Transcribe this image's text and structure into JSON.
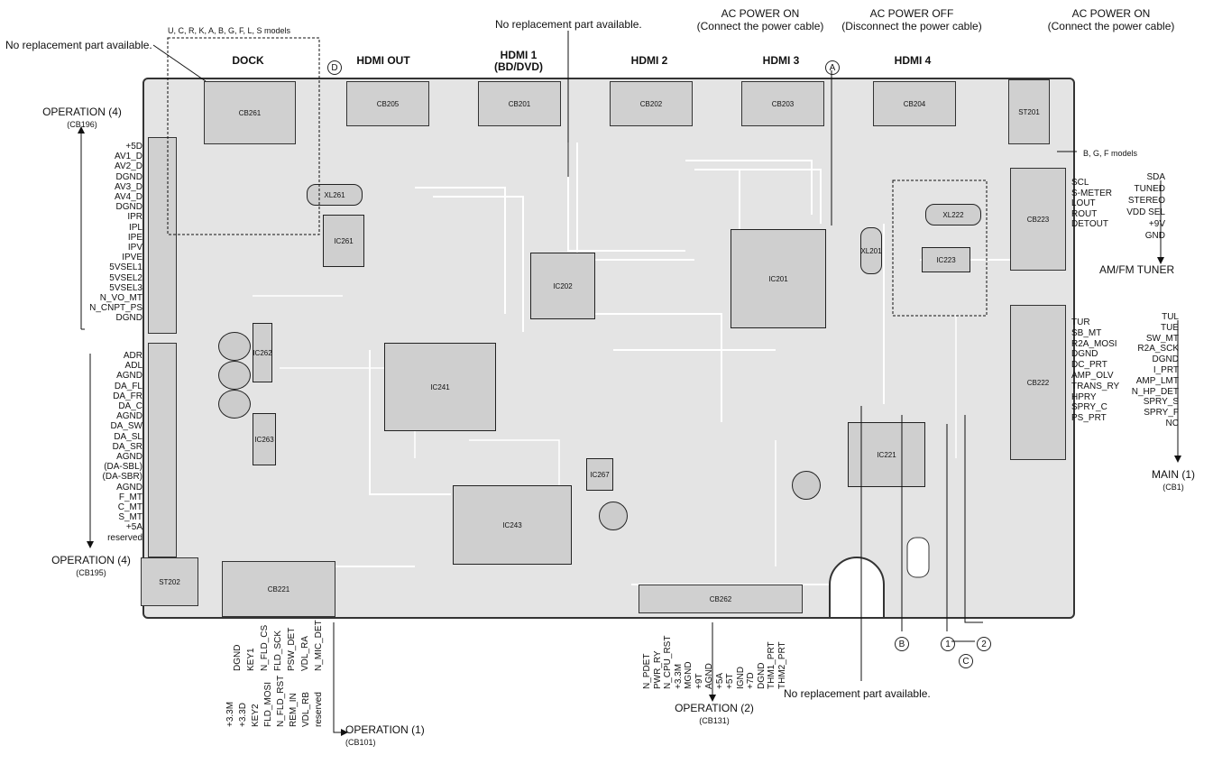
{
  "notes": {
    "top_left": "No replacement part available.",
    "top_center": "No replacement part available.",
    "bottom_center": "No replacement part available.",
    "models_dock": "U, C, R, K, A, B, G, F, L, S models",
    "models_tuner": "B, G, F models"
  },
  "power": {
    "on_1": "AC POWER ON",
    "on_1_sub": "(Connect the power cable)",
    "off": "AC POWER OFF",
    "off_sub": "(Disconnect the power cable)",
    "on_2": "AC POWER ON",
    "on_2_sub": "(Connect the power cable)"
  },
  "top_connectors": {
    "dock": "DOCK",
    "hdmi_out": "HDMI OUT",
    "hdmi1": "HDMI 1",
    "hdmi1_sub": "(BD/DVD)",
    "hdmi2": "HDMI 2",
    "hdmi3": "HDMI 3",
    "hdmi4": "HDMI 4"
  },
  "board_refs": {
    "cb205": "CB205",
    "cb201": "CB201",
    "cb202": "CB202",
    "cb203": "CB203",
    "cb204": "CB204",
    "cb261": "CB261",
    "st201": "ST201",
    "st202": "ST202",
    "cb221": "CB221",
    "cb262": "CB262",
    "cb223": "CB223",
    "cb222": "CB222",
    "ic241": "IC241",
    "ic202": "IC202",
    "ic201": "IC201",
    "ic243": "IC243",
    "ic221": "IC221",
    "ic223": "IC223",
    "ic261": "IC261",
    "ic262": "IC262",
    "ic263": "IC263",
    "ic267": "IC267",
    "xl261": "XL261",
    "xl222": "XL222",
    "xl201": "XL201"
  },
  "markers": {
    "d": "D",
    "a": "A",
    "b": "B",
    "c": "C",
    "one": "1",
    "two": "2"
  },
  "op4_top": {
    "title": "OPERATION (4)",
    "sub": "(CB196)",
    "pins": [
      "+5D",
      "AV1_D",
      "AV2_D",
      "DGND",
      "AV3_D",
      "AV4_D",
      "DGND",
      "IPR",
      "IPL",
      "IPE",
      "IPV",
      "IPVE",
      "5VSEL1",
      "5VSEL2",
      "5VSEL3",
      "N_VO_MT",
      "N_CNPT_PS",
      "DGND"
    ]
  },
  "op4_bottom": {
    "title": "OPERATION (4)",
    "sub": "(CB195)",
    "pins": [
      "ADR",
      "ADL",
      "AGND",
      "DA_FL",
      "DA_FR",
      "DA_C",
      "AGND",
      "DA_SW",
      "DA_SL",
      "DA_SR",
      "AGND",
      "(DA-SBL)",
      "(DA-SBR)",
      "AGND",
      "F_MT",
      "C_MT",
      "S_MT",
      "+5A",
      "reserved"
    ]
  },
  "tuner": {
    "title": "AM/FM TUNER",
    "left": [
      "SCL",
      "S-METER",
      "LOUT",
      "ROUT",
      "DETOUT"
    ],
    "right": [
      "SDA",
      "TUNED",
      "STEREO",
      "VDD SEL",
      "+9V",
      "GND"
    ]
  },
  "main1": {
    "title": "MAIN (1)",
    "sub": "(CB1)",
    "left": [
      "TUR",
      "SB_MT",
      "R2A_MOSI",
      "DGND",
      "DC_PRT",
      "AMP_OLV",
      "TRANS_RY",
      "HPRY",
      "SPRY_C",
      "PS_PRT"
    ],
    "right": [
      "TUL",
      "TUE",
      "SW_MT",
      "R2A_SCK",
      "DGND",
      "I_PRT",
      "AMP_LMT",
      "N_HP_DET",
      "SPRY_S",
      "SPRY_F",
      "NC"
    ]
  },
  "op1": {
    "title": "OPERATION (1)",
    "sub": "(CB101)",
    "upper": [
      "DGND",
      "KEY1",
      "N_FLD_CS",
      "FLD_SCK",
      "PSW_DET",
      "VDL_RA",
      "N_MIC_DET"
    ],
    "lower": [
      "+3.3M",
      "+3.3D",
      "KEY2",
      "FLD_MOSI",
      "N_FLD_RST",
      "REM_IN",
      "VDL_RB",
      "reserved"
    ]
  },
  "op2": {
    "title": "OPERATION (2)",
    "sub": "(CB131)",
    "pins": [
      "N_PDET",
      "PWR_RY",
      "N_CPU_RST",
      "+3.3M",
      "MGND",
      "+9T",
      "AGND",
      "+5A",
      "+5T",
      "IGND",
      "+7D",
      "DGND",
      "THM1_PRT",
      "THM2_PRT"
    ]
  },
  "colors": {
    "board": "#e4e4e4",
    "trace": "#ffffff",
    "ink": "#111111"
  }
}
